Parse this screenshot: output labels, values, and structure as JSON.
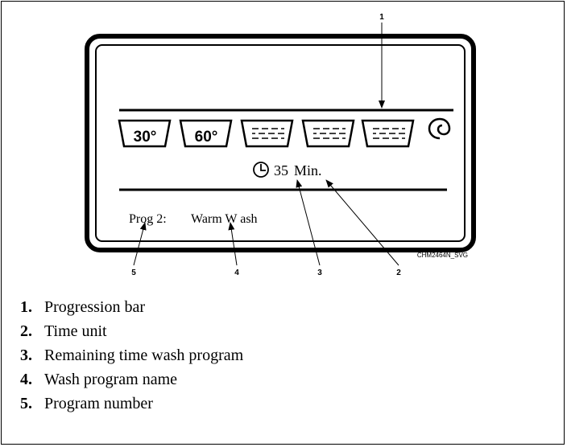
{
  "diagram": {
    "display": {
      "program_label": "Prog 2:",
      "program_name": "Warm W ash",
      "time_value": "35",
      "time_unit": "Min.",
      "icons": [
        {
          "name": "wash-30-icon",
          "label": "30°"
        },
        {
          "name": "wash-60-icon",
          "label": "60°"
        },
        {
          "name": "wash-tub-icon-1",
          "label": ""
        },
        {
          "name": "wash-tub-icon-2",
          "label": ""
        },
        {
          "name": "wash-tub-icon-3",
          "label": ""
        },
        {
          "name": "spin-icon",
          "label": ""
        }
      ],
      "clock_icon": "clock-icon"
    },
    "callouts": [
      "1",
      "2",
      "3",
      "4",
      "5"
    ],
    "figure_code": "CHM2464N_SVG"
  },
  "legend": [
    {
      "number": "1.",
      "text": "Progression bar"
    },
    {
      "number": "2.",
      "text": "Time unit"
    },
    {
      "number": "3.",
      "text": "Remaining time wash program"
    },
    {
      "number": "4.",
      "text": "Wash program name"
    },
    {
      "number": "5.",
      "text": "Program number"
    }
  ]
}
